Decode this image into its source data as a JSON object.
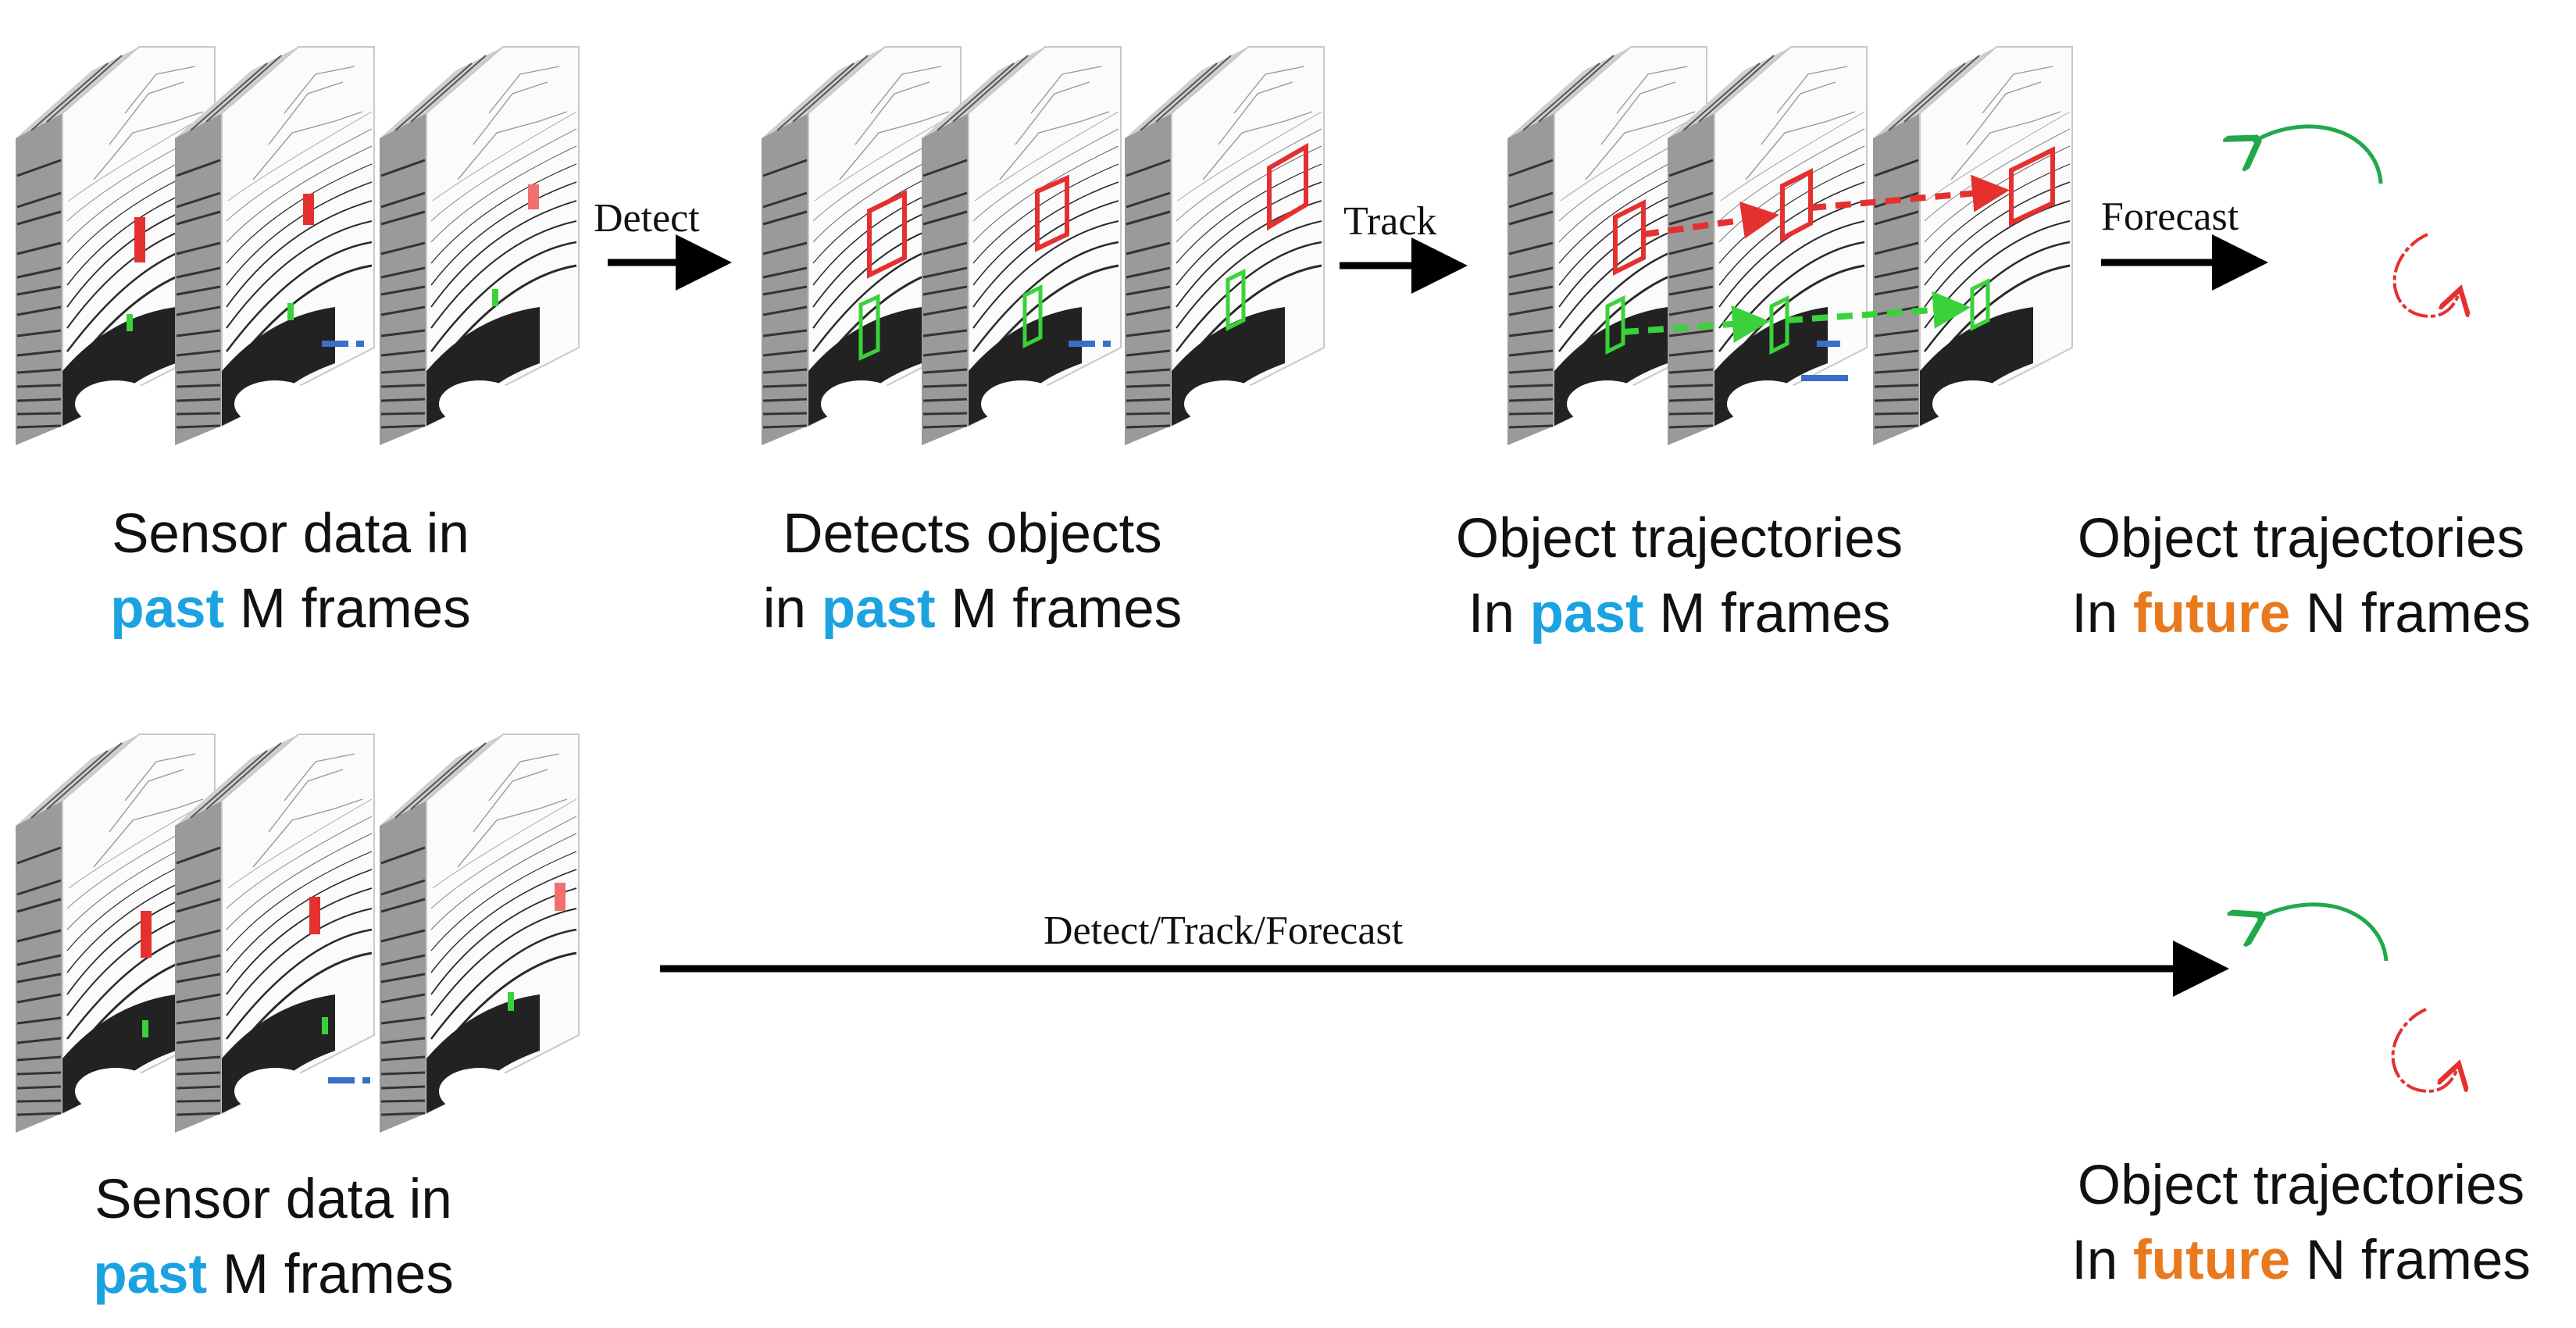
{
  "rows": [
    {
      "stages": [
        {
          "line1": "Sensor data in",
          "l2_hl": "past",
          "l2_rest": " M frames",
          "hl": "blue"
        },
        {
          "line1": "Detects objects",
          "l2_pre": "in ",
          "l2_hl": "past",
          "l2_rest": " M frames",
          "hl": "blue"
        },
        {
          "line1": "Object trajectories",
          "l2_pre": "In ",
          "l2_hl": "past",
          "l2_rest": " M frames",
          "hl": "blue"
        },
        {
          "line1": "Object trajectories",
          "l2_pre": "In ",
          "l2_hl": "future",
          "l2_rest": " N frames",
          "hl": "orange"
        }
      ],
      "arrows": [
        "Detect",
        "Track",
        "Forecast"
      ]
    },
    {
      "stages": [
        {
          "line1": "Sensor data in",
          "l2_hl": "past",
          "l2_rest": " M frames",
          "hl": "blue"
        },
        {
          "line1": "Object trajectories",
          "l2_pre": "In ",
          "l2_hl": "future",
          "l2_rest": " N frames",
          "hl": "orange"
        }
      ],
      "arrows": [
        "Detect/Track/Forecast"
      ]
    }
  ],
  "colors": {
    "highlight_past": "#1aa3e0",
    "highlight_future": "#e87a1d",
    "detection_vehicle": "#e53030",
    "detection_pedestrian": "#3ad13a",
    "frame_ellipsis": "#3a6fc8"
  }
}
